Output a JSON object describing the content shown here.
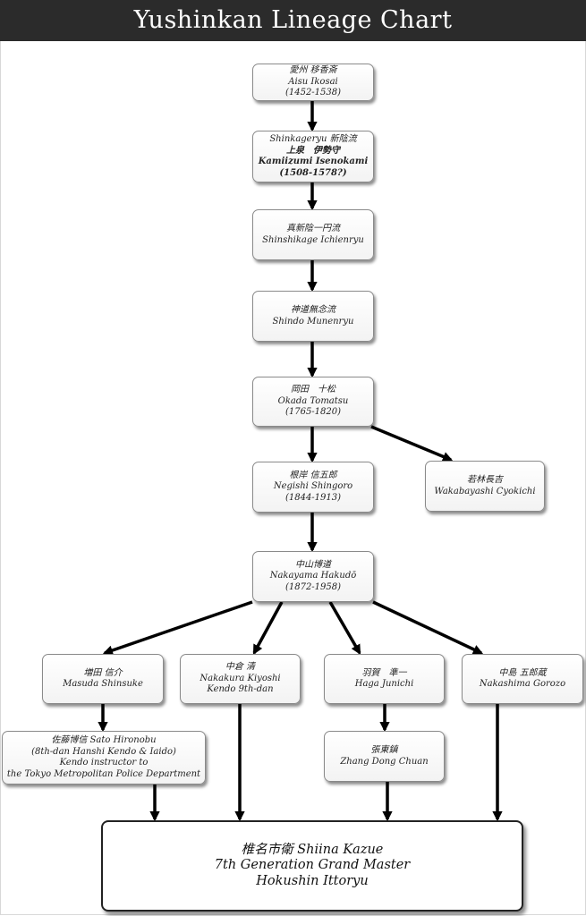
{
  "title": "Yushinkan Lineage Chart",
  "nodes": {
    "aisu": {
      "lines": [
        "愛州 移香斎",
        "Aisu Ikosai",
        "(1452-1538)"
      ]
    },
    "kamiizumi": {
      "lines": [
        "Shinkageryu 新陰流",
        "上泉　伊勢守",
        "Kamiizumi Isenokami",
        "(1508-1578?)"
      ]
    },
    "ichienryu": {
      "lines": [
        "真新陰一円流",
        "Shinshikage Ichienryu"
      ]
    },
    "munenryu": {
      "lines": [
        "神道無念流",
        "Shindo Munenryu"
      ]
    },
    "okada": {
      "lines": [
        "岡田　十松",
        "Okada Tomatsu",
        "(1765-1820)"
      ]
    },
    "negishi": {
      "lines": [
        "根岸 信五郎",
        "Negishi Shingoro",
        "(1844-1913)"
      ]
    },
    "wakabayashi": {
      "lines": [
        "若林長吉",
        "Wakabayashi Cyokichi"
      ]
    },
    "nakayama": {
      "lines": [
        "中山博道",
        "Nakayama Hakudō",
        "(1872-1958)"
      ]
    },
    "masuda": {
      "lines": [
        "増田 信介",
        "Masuda Shinsuke"
      ]
    },
    "nakakura": {
      "lines": [
        "中倉 清",
        "Nakakura Kiyoshi",
        "Kendo 9th-dan"
      ]
    },
    "haga": {
      "lines": [
        "羽賀　準一",
        "Haga Junichi"
      ]
    },
    "nakashima": {
      "lines": [
        "中島 五郎蔵",
        "Nakashima Gorozo"
      ]
    },
    "sato": {
      "lines": [
        "佐藤博信 Sato Hironobu",
        "(8th-dan Hanshi Kendo & Iaido)",
        "Kendo instructor to",
        "the Tokyo Metropolitan Police Department"
      ]
    },
    "zhang": {
      "lines": [
        "張東鎮",
        "Zhang Dong Chuan"
      ]
    },
    "shiina": {
      "lines": [
        "椎名市衛 Shiina Kazue",
        "7th Generation Grand Master",
        "Hokushin Ittoryu"
      ]
    }
  }
}
